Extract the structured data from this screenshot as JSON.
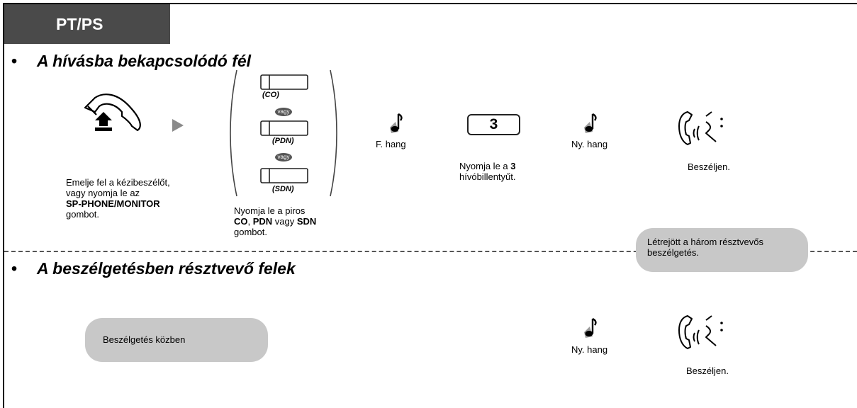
{
  "header": {
    "tab_label": "PT/PS"
  },
  "section1": {
    "bullet": "•",
    "title": "A hívásba bekapcsolódó fél",
    "handset_caption": {
      "line1": "Emelje fel a kézibeszélőt,",
      "line2": "vagy nyomja le az",
      "bold": "SP-PHONE/MONITOR",
      "line4": "gombot."
    },
    "buttons": {
      "co_label": "(CO)",
      "pdn_label": "(PDN)",
      "sdn_label": "(SDN)",
      "vagy1": "vagy",
      "vagy2": "vagy",
      "caption_line1": "Nyomja le a piros",
      "caption_co": "CO",
      "caption_sep1": ", ",
      "caption_pdn": "PDN",
      "caption_sep2": " vagy ",
      "caption_sdn": "SDN",
      "caption_line3": "gombot."
    },
    "f_tone": "F. hang",
    "key": {
      "digit": "3",
      "caption_pre": "Nyomja le a ",
      "caption_bold": "3",
      "caption_line2": "hívóbillentyűt."
    },
    "ny_tone": "Ny. hang",
    "talk": "Beszéljen.",
    "result_note": "Létrejött a három résztvevős beszélgetés."
  },
  "section2": {
    "bullet": "•",
    "title": "A beszélgetésben résztvevő felek",
    "state_note": "Beszélgetés közben",
    "ny_tone": "Ny. hang",
    "talk": "Beszéljen."
  },
  "icons": {
    "handset_offhook": "handset-offhook-icon",
    "arrow": "play-arrow-icon",
    "tone": "music-note-icon",
    "talk": "talking-person-icon"
  }
}
